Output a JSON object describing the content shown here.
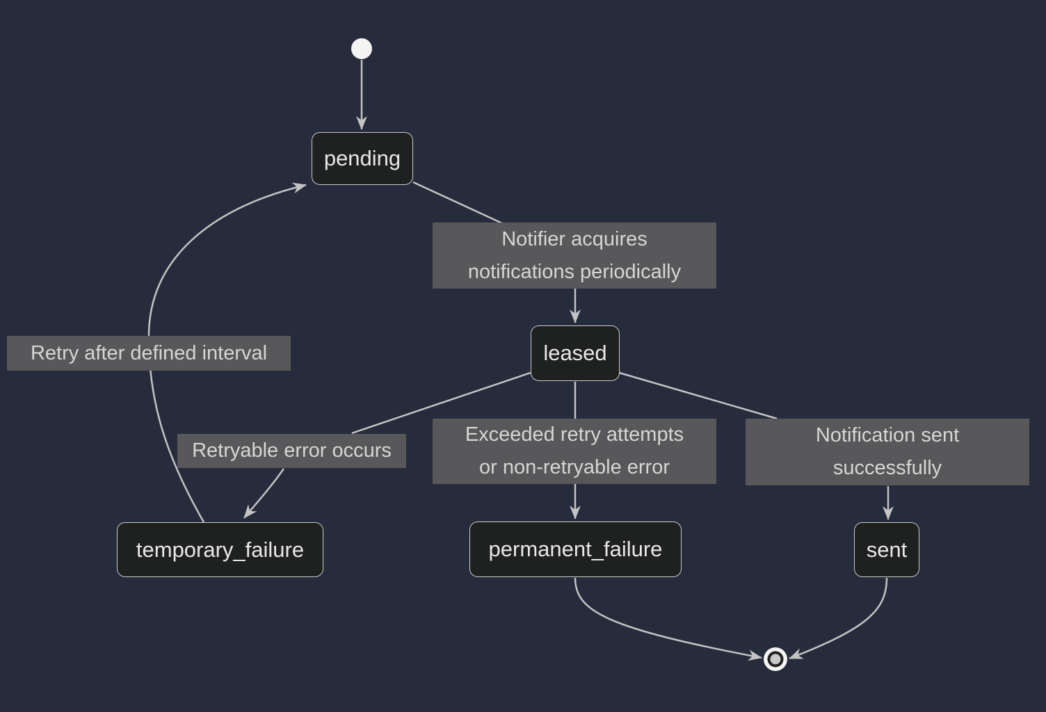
{
  "diagram": {
    "kind": "state-machine",
    "theme": "dark"
  },
  "colors": {
    "background": "#262c3c",
    "state_fill": "#1f2020",
    "state_border": "#cccccc",
    "state_text": "#e8e8e8",
    "edge_label_bg": "#58585a",
    "edge_label_text": "#d6d6d6",
    "edge_stroke": "#c4c4c4",
    "start_state_fill": "#f4f4f4",
    "final_state_ring": "#f4f4f4",
    "final_state_core": "#c9c9c9"
  },
  "states": {
    "pending": "pending",
    "leased": "leased",
    "temporary_failure": "temporary_failure",
    "permanent_failure": "permanent_failure",
    "sent": "sent"
  },
  "edge_labels": {
    "pending_to_leased": {
      "line1": "Notifier acquires",
      "line2": "notifications periodically"
    },
    "temporary_failure_to_pending": {
      "line1": "Retry after defined interval"
    },
    "leased_to_temporary_failure": {
      "line1": "Retryable error occurs"
    },
    "leased_to_permanent_failure": {
      "line1": "Exceeded retry attempts",
      "line2": "or non-retryable error"
    },
    "leased_to_sent": {
      "line1": "Notification sent",
      "line2": "successfully"
    }
  },
  "transitions": [
    {
      "from": "[start]",
      "to": "pending",
      "label": ""
    },
    {
      "from": "pending",
      "to": "leased",
      "label": "Notifier acquires notifications periodically"
    },
    {
      "from": "leased",
      "to": "temporary_failure",
      "label": "Retryable error occurs"
    },
    {
      "from": "temporary_failure",
      "to": "pending",
      "label": "Retry after defined interval"
    },
    {
      "from": "leased",
      "to": "permanent_failure",
      "label": "Exceeded retry attempts or non-retryable error"
    },
    {
      "from": "leased",
      "to": "sent",
      "label": "Notification sent successfully"
    },
    {
      "from": "permanent_failure",
      "to": "[end]",
      "label": ""
    },
    {
      "from": "sent",
      "to": "[end]",
      "label": ""
    }
  ]
}
